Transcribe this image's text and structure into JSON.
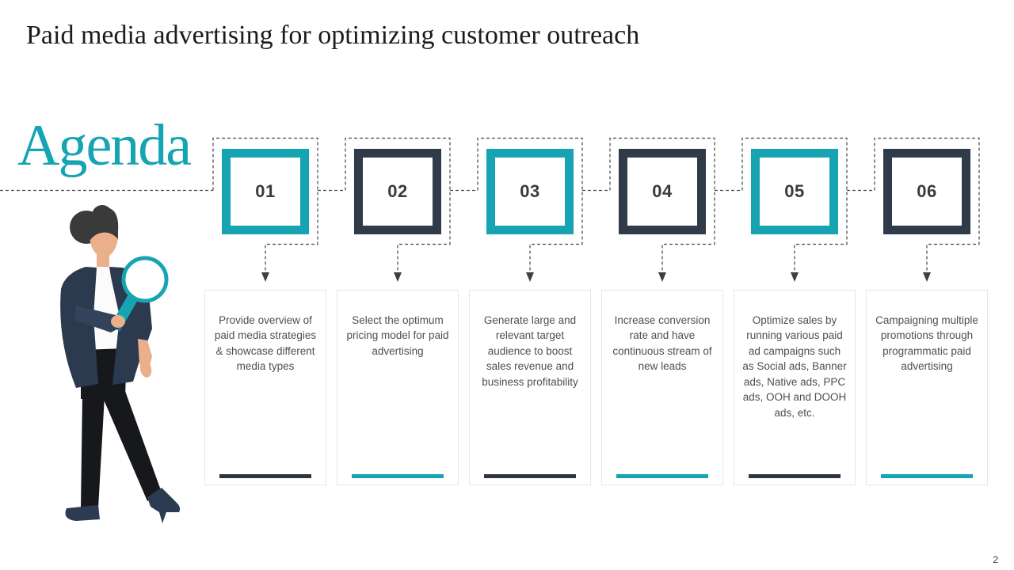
{
  "slide": {
    "title": "Paid media advertising for optimizing customer outreach",
    "page_number": "2"
  },
  "agenda": {
    "heading": "Agenda",
    "items": [
      {
        "number": "01",
        "accent": "teal",
        "bar": "dark",
        "text": "Provide overview of paid media strategies & showcase different media types"
      },
      {
        "number": "02",
        "accent": "dark",
        "bar": "teal",
        "text": "Select the optimum pricing model for paid advertising"
      },
      {
        "number": "03",
        "accent": "teal",
        "bar": "dark",
        "text": "Generate large and relevant target audience to boost sales revenue and business profitability"
      },
      {
        "number": "04",
        "accent": "dark",
        "bar": "teal",
        "text": "Increase conversion rate and have continuous stream of new leads"
      },
      {
        "number": "05",
        "accent": "teal",
        "bar": "dark",
        "text": "Optimize sales by running various paid ad campaigns such as Social ads, Banner ads, Native ads, PPC ads, OOH and DOOH ads, etc."
      },
      {
        "number": "06",
        "accent": "dark",
        "bar": "teal",
        "text": "Campaigning multiple promotions through programmatic paid advertising"
      }
    ]
  },
  "illustration": {
    "label": "woman-with-magnifying-glass"
  },
  "colors": {
    "teal": "#16A3B2",
    "dark_navy": "#2F3B49",
    "bar_dark": "#2E3540",
    "dash": "#474747"
  }
}
